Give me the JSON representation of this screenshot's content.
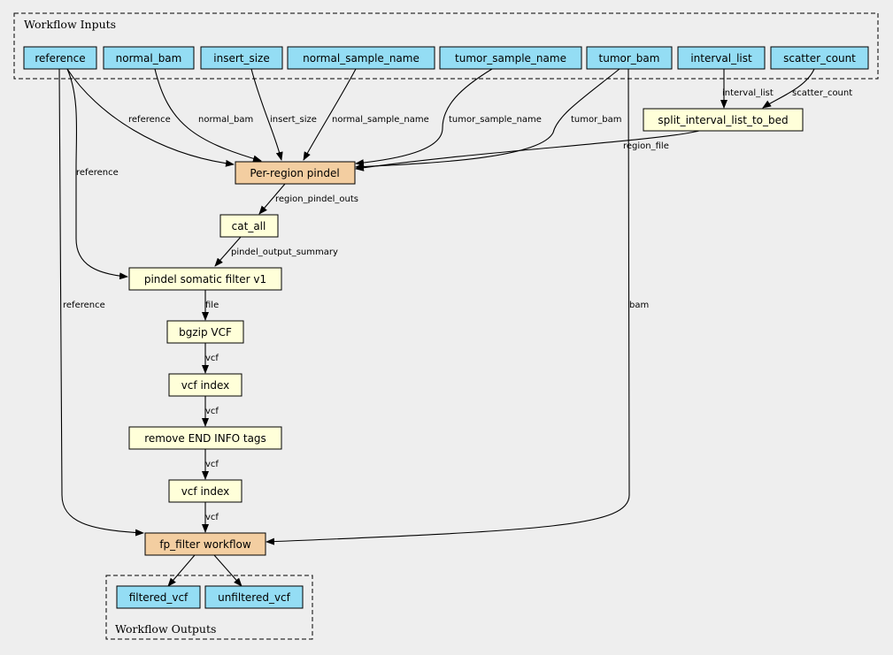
{
  "diagram": {
    "clusters": {
      "inputs": "Workflow Inputs",
      "outputs": "Workflow Outputs"
    },
    "colors": {
      "io": "#94ddf4",
      "step": "#ffffd9",
      "subworkflow": "#f3cea1",
      "background": "#eeeeee"
    },
    "nodes": {
      "reference": "reference",
      "normal_bam": "normal_bam",
      "insert_size": "insert_size",
      "normal_sample_name": "normal_sample_name",
      "tumor_sample_name": "tumor_sample_name",
      "tumor_bam": "tumor_bam",
      "interval_list": "interval_list",
      "scatter_count": "scatter_count",
      "split": "split_interval_list_to_bed",
      "pindel": "Per-region pindel",
      "cat_all": "cat_all",
      "somatic_filter": "pindel somatic filter v1",
      "bgzip": "bgzip VCF",
      "vcf_index_1": "vcf index",
      "remove_end": "remove END INFO tags",
      "vcf_index_2": "vcf index",
      "fp_filter": "fp_filter workflow",
      "filtered_vcf": "filtered_vcf",
      "unfiltered_vcf": "unfiltered_vcf"
    },
    "edge_labels": {
      "ref_pindel": "reference",
      "normal_bam": "normal_bam",
      "insert_size": "insert_size",
      "normal_sample_name": "normal_sample_name",
      "tumor_sample_name": "tumor_sample_name",
      "tumor_bam": "tumor_bam",
      "interval_list": "interval_list",
      "scatter_count": "scatter_count",
      "region_file": "region_file",
      "ref_filter": "reference",
      "ref_fp": "reference",
      "region_pindel_outs": "region_pindel_outs",
      "pindel_output_summary": "pindel_output_summary",
      "file": "file",
      "vcf1": "vcf",
      "vcf2": "vcf",
      "vcf3": "vcf",
      "vcf4": "vcf",
      "bam": "bam"
    }
  }
}
